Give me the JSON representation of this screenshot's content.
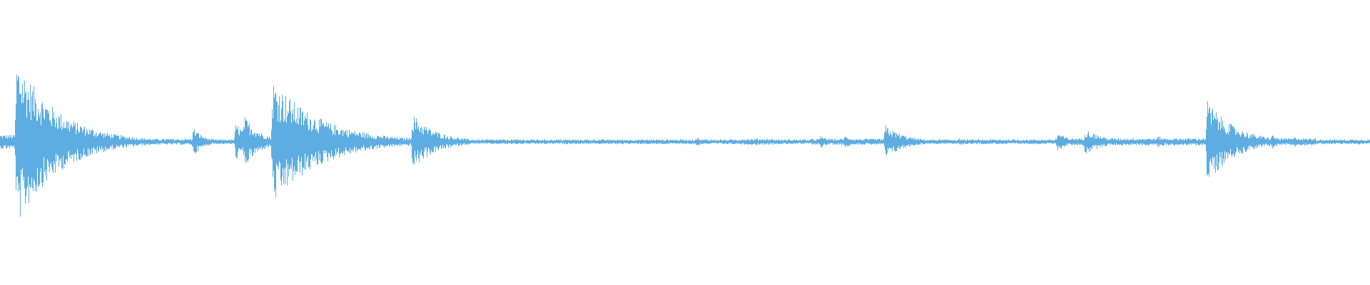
{
  "waveform": {
    "color": "#5dade2",
    "background": "#ffffff",
    "baseline_amplitude": 0.02,
    "events": [
      {
        "t": 0.012,
        "peak": 0.7,
        "decay": 0.03,
        "density": 1.0
      },
      {
        "t": 0.141,
        "peak": 0.12,
        "decay": 0.008,
        "density": 0.8
      },
      {
        "t": 0.172,
        "peak": 0.16,
        "decay": 0.01,
        "density": 0.8
      },
      {
        "t": 0.178,
        "peak": 0.22,
        "decay": 0.012,
        "density": 0.9
      },
      {
        "t": 0.199,
        "peak": 0.52,
        "decay": 0.035,
        "density": 1.0
      },
      {
        "t": 0.276,
        "peak": 0.06,
        "decay": 0.006,
        "density": 0.6
      },
      {
        "t": 0.301,
        "peak": 0.23,
        "decay": 0.018,
        "density": 0.9
      },
      {
        "t": 0.508,
        "peak": 0.04,
        "decay": 0.006,
        "density": 0.6
      },
      {
        "t": 0.552,
        "peak": 0.03,
        "decay": 0.01,
        "density": 0.6
      },
      {
        "t": 0.599,
        "peak": 0.05,
        "decay": 0.008,
        "density": 0.7
      },
      {
        "t": 0.616,
        "peak": 0.05,
        "decay": 0.01,
        "density": 0.7
      },
      {
        "t": 0.646,
        "peak": 0.14,
        "decay": 0.015,
        "density": 0.9
      },
      {
        "t": 0.7,
        "peak": 0.03,
        "decay": 0.008,
        "density": 0.6
      },
      {
        "t": 0.772,
        "peak": 0.08,
        "decay": 0.008,
        "density": 0.7
      },
      {
        "t": 0.792,
        "peak": 0.11,
        "decay": 0.014,
        "density": 0.8
      },
      {
        "t": 0.845,
        "peak": 0.05,
        "decay": 0.01,
        "density": 0.7
      },
      {
        "t": 0.881,
        "peak": 0.35,
        "decay": 0.02,
        "density": 1.0
      },
      {
        "t": 0.906,
        "peak": 0.1,
        "decay": 0.01,
        "density": 0.8
      },
      {
        "t": 0.928,
        "peak": 0.06,
        "decay": 0.008,
        "density": 0.7
      },
      {
        "t": 0.945,
        "peak": 0.05,
        "decay": 0.006,
        "density": 0.6
      },
      {
        "t": 0.991,
        "peak": 0.03,
        "decay": 0.004,
        "density": 0.6
      }
    ],
    "segments": [
      {
        "from": 0.0,
        "to": 0.045,
        "level": 0.06
      },
      {
        "from": 0.07,
        "to": 0.15,
        "level": 0.025
      },
      {
        "from": 0.27,
        "to": 0.33,
        "level": 0.035
      },
      {
        "from": 0.345,
        "to": 0.77,
        "level": 0.012
      },
      {
        "from": 0.54,
        "to": 0.565,
        "level": 0.025
      },
      {
        "from": 0.592,
        "to": 0.66,
        "level": 0.025
      },
      {
        "from": 0.77,
        "to": 0.96,
        "level": 0.03
      },
      {
        "from": 0.96,
        "to": 1.0,
        "level": 0.012
      }
    ]
  }
}
